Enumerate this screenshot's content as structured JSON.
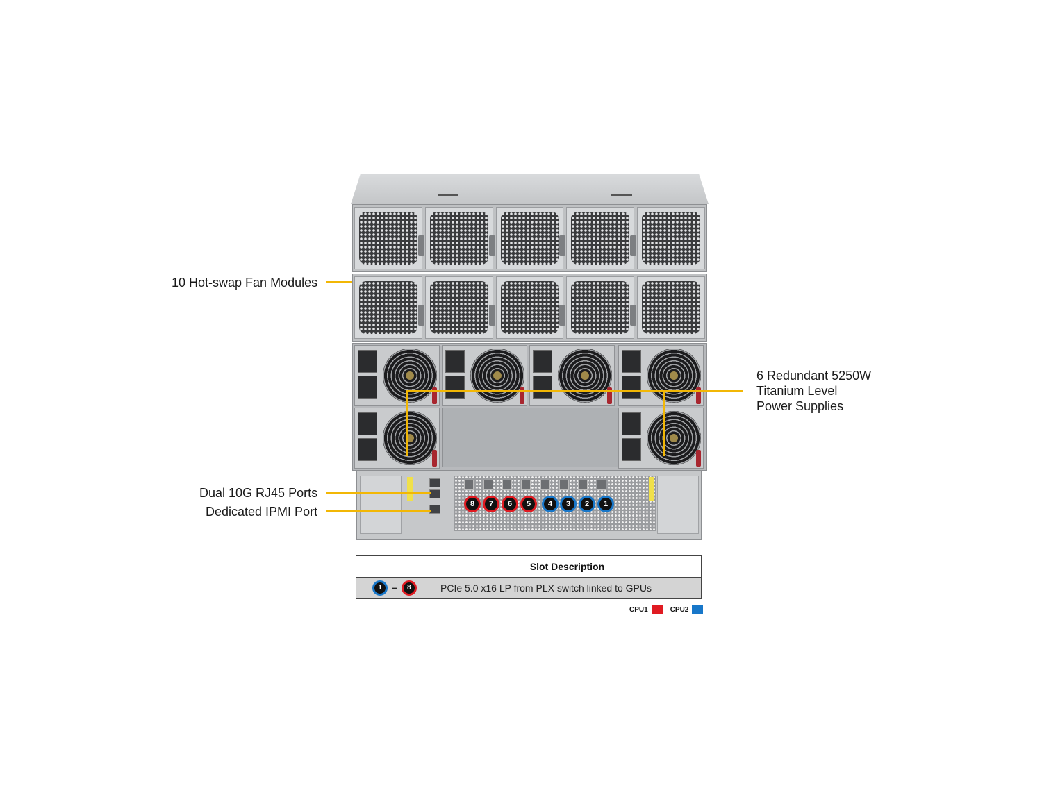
{
  "callouts": {
    "fans": "10 Hot-swap Fan Modules",
    "psu_line1": "6 Redundant 5250W",
    "psu_line2": "Titanium Level",
    "psu_line3": "Power Supplies",
    "rj45": "Dual 10G RJ45 Ports",
    "ipmi": "Dedicated IPMI Port"
  },
  "colors": {
    "leader": "#f2b705",
    "cpu1": "#e01b22",
    "cpu2": "#1877c9"
  },
  "slots": {
    "cpu1": [
      "8",
      "7",
      "6",
      "5"
    ],
    "cpu2": [
      "4",
      "3",
      "2",
      "1"
    ]
  },
  "slot_table": {
    "header": "Slot Description",
    "rows": [
      {
        "from": "1",
        "to": "8",
        "dash": "–",
        "description": "PCIe 5.0 x16 LP from PLX switch linked to GPUs"
      }
    ]
  },
  "legend": {
    "cpu1_label": "CPU1",
    "cpu2_label": "CPU2"
  }
}
